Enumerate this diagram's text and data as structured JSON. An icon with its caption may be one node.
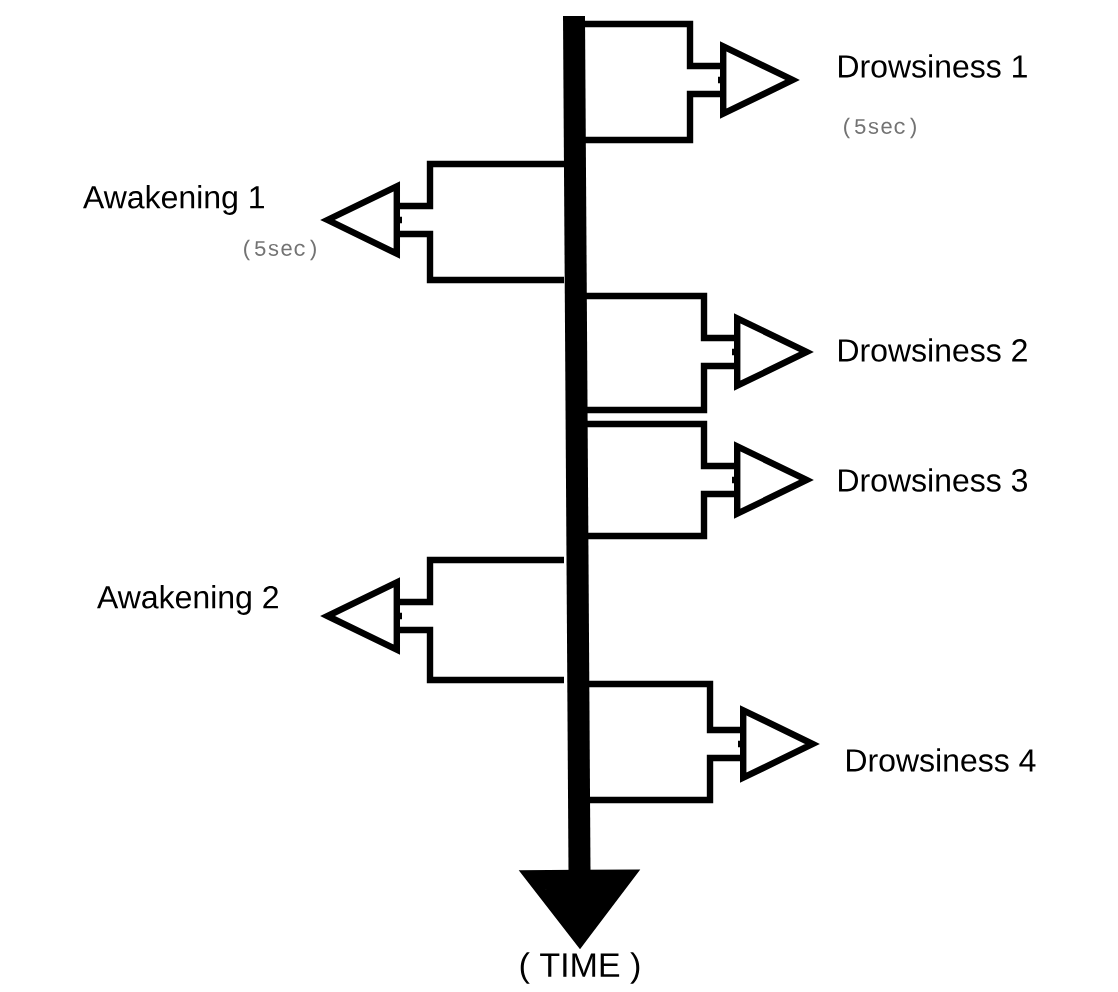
{
  "diagram": {
    "nodes": [
      {
        "text": [
          "Drowsiness 1"
        ],
        "beside": [
          "(5sec)"
        ]
      },
      {
        "text": [
          "Awakening 1"
        ],
        "beside": [
          "(5sec)"
        ]
      },
      {
        "text": [
          "Drowsiness 2"
        ]
      },
      {
        "text": [
          "Drowsiness 3"
        ]
      },
      {
        "text": [
          "Awakening 2"
        ]
      },
      {
        "text": [
          "Drowsiness 4"
        ]
      },
      {
        "text": [
          "( TIME )"
        ]
      }
    ],
    "edges": [
      {
        "from": null,
        "to": 6,
        "arrow": "to",
        "style": "thick"
      },
      {
        "from": null,
        "to": 0,
        "arrow": "to"
      },
      {
        "from": null,
        "to": 1,
        "arrow": "to"
      },
      {
        "from": null,
        "to": 2,
        "arrow": "to"
      },
      {
        "from": null,
        "to": 3,
        "arrow": "to"
      },
      {
        "from": null,
        "to": 4,
        "arrow": "to"
      },
      {
        "from": null,
        "to": 5,
        "arrow": "to"
      }
    ]
  }
}
